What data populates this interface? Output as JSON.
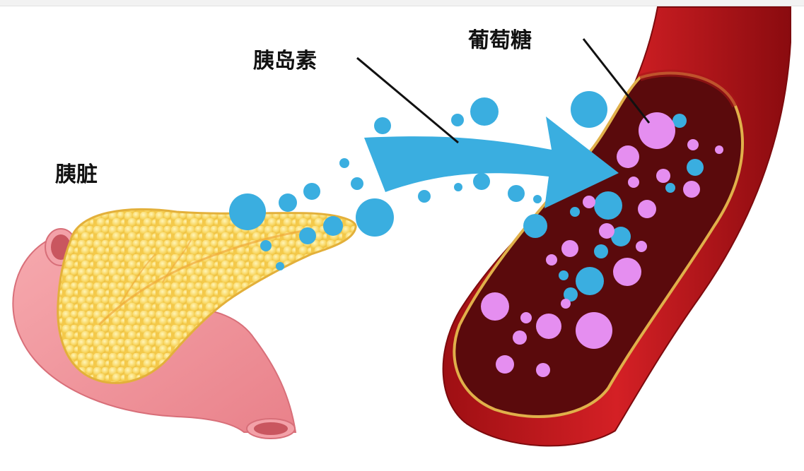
{
  "labels": {
    "pancreas": "胰脏",
    "insulin": "胰岛素",
    "glucose": "葡萄糖"
  },
  "colors": {
    "insulin_particles": "#3aaee0",
    "glucose_particles": "#e58ef0",
    "vessel_wall": "#c0191c",
    "vessel_inner": "#5a0a0c",
    "pancreas": "#f7d35a",
    "duodenum": "#f1939b"
  }
}
